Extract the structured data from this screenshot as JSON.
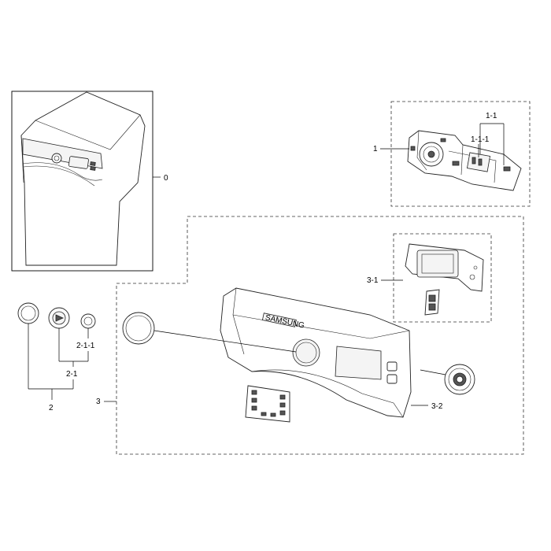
{
  "callouts": {
    "c0": "0",
    "c1": "1",
    "c1_1": "1-1",
    "c1_1_1": "1-1-1",
    "c2": "2",
    "c2_1": "2-1",
    "c2_1_1": "2-1-1",
    "c3": "3",
    "c3_1": "3-1",
    "c3_2": "3-2"
  },
  "panel_brand_text": "SAMSUNG"
}
